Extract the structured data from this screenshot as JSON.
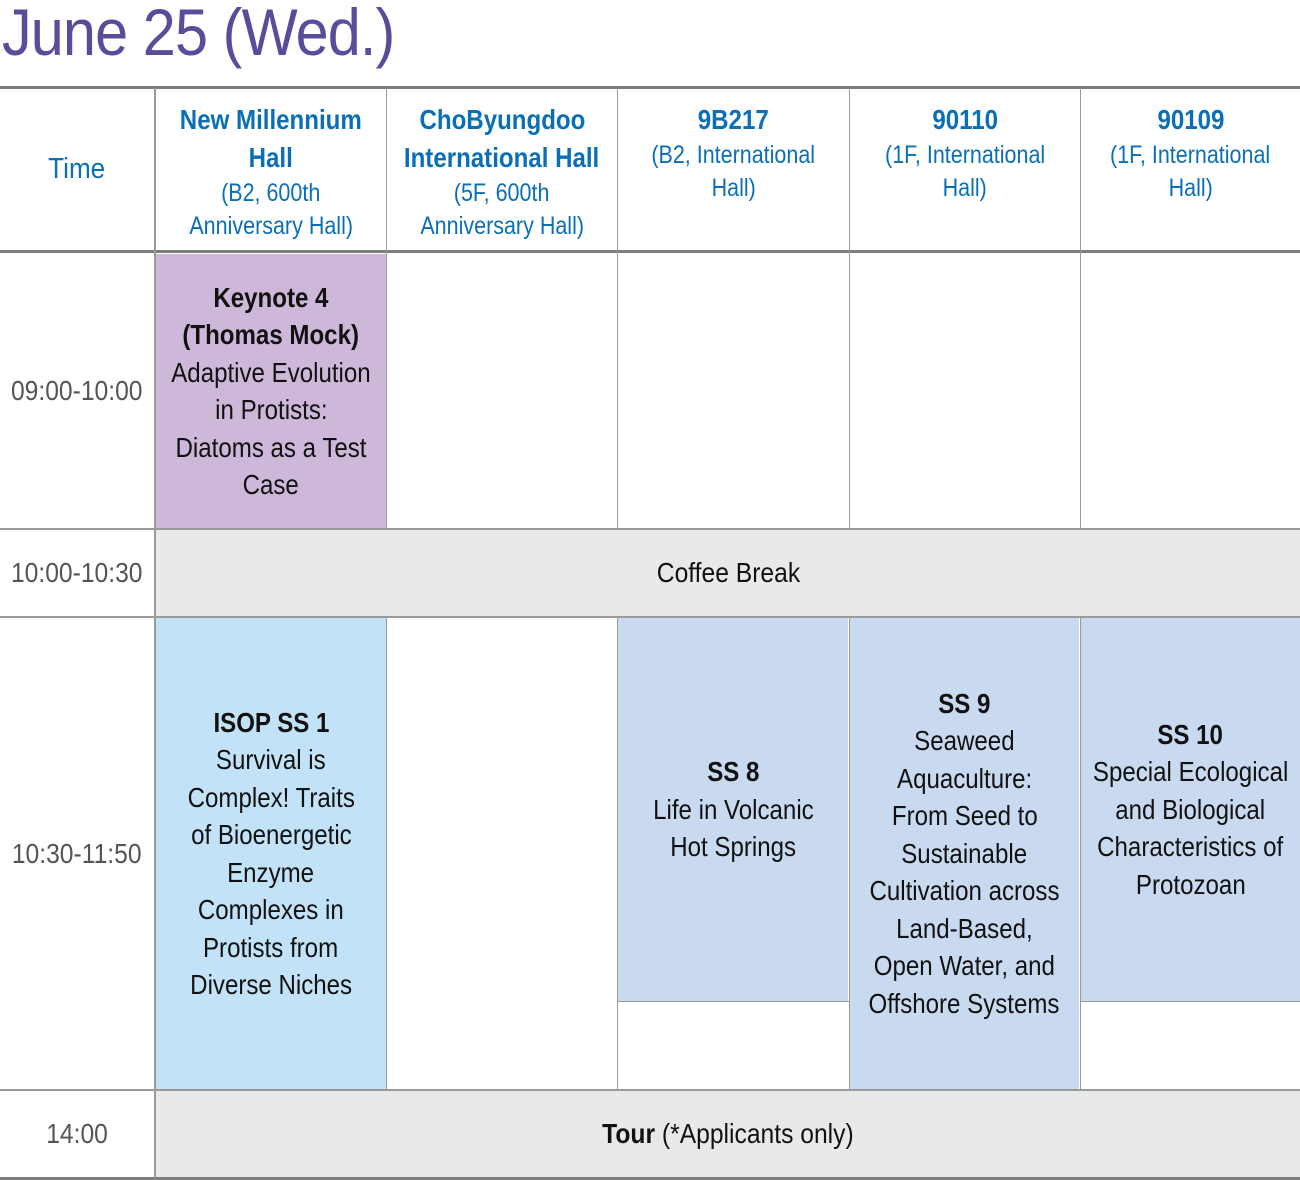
{
  "page_title": "June 25 (Wed.)",
  "header": {
    "time_label": "Time",
    "columns": [
      {
        "name_lines": [
          "New Millennium",
          "Hall"
        ],
        "location_lines": [
          "(B2, 600th",
          "Anniversary Hall)"
        ]
      },
      {
        "name_lines": [
          "ChoByungdoo",
          "International Hall"
        ],
        "location_lines": [
          "(5F, 600th",
          "Anniversary Hall)"
        ]
      },
      {
        "name_lines": [
          "9B217"
        ],
        "location_lines": [
          "(B2, International",
          "Hall)"
        ]
      },
      {
        "name_lines": [
          "90110"
        ],
        "location_lines": [
          "(1F, International",
          "Hall)"
        ]
      },
      {
        "name_lines": [
          "90109"
        ],
        "location_lines": [
          "(1F, International",
          "Hall)"
        ]
      }
    ]
  },
  "rows": [
    {
      "time": "09:00-10:00"
    },
    {
      "time": "10:00-10:30"
    },
    {
      "time": "10:30-11:50"
    },
    {
      "time": "14:00"
    }
  ],
  "sessions": {
    "keynote4": {
      "title_lines": [
        "Keynote 4",
        "(Thomas Mock)"
      ],
      "desc_lines": [
        "Adaptive Evolution",
        "in Protists:",
        "Diatoms as a Test",
        "Case"
      ]
    },
    "isop_ss1": {
      "title_lines": [
        "ISOP SS 1"
      ],
      "desc_lines": [
        "Survival is",
        "Complex! Traits",
        "of Bioenergetic",
        "Enzyme",
        "Complexes in",
        "Protists from",
        "Diverse Niches"
      ]
    },
    "ss8": {
      "title_lines": [
        "SS 8"
      ],
      "desc_lines": [
        "Life in Volcanic",
        "Hot Springs"
      ]
    },
    "ss9": {
      "title_lines": [
        "SS 9"
      ],
      "desc_lines": [
        "Seaweed",
        "Aquaculture:",
        "From Seed to",
        "Sustainable",
        "Cultivation across",
        "Land-Based,",
        "Open Water, and",
        "Offshore Systems"
      ]
    },
    "ss10": {
      "title_lines": [
        "SS 10"
      ],
      "desc_lines": [
        "Special Ecological",
        "and Biological",
        "Characteristics of",
        "Protozoan"
      ]
    }
  },
  "spans": {
    "coffee_break": "Coffee Break",
    "tour_bold": "Tour",
    "tour_note": " (*Applicants only)"
  },
  "colors": {
    "title": "#5b4b9b",
    "header_text": "#0a6fb5",
    "keynote_bg": "#cdb8da",
    "isop_bg": "#c2e3f7",
    "ss_bg": "#c9d9f0",
    "span_bg": "#e8e9e9"
  }
}
